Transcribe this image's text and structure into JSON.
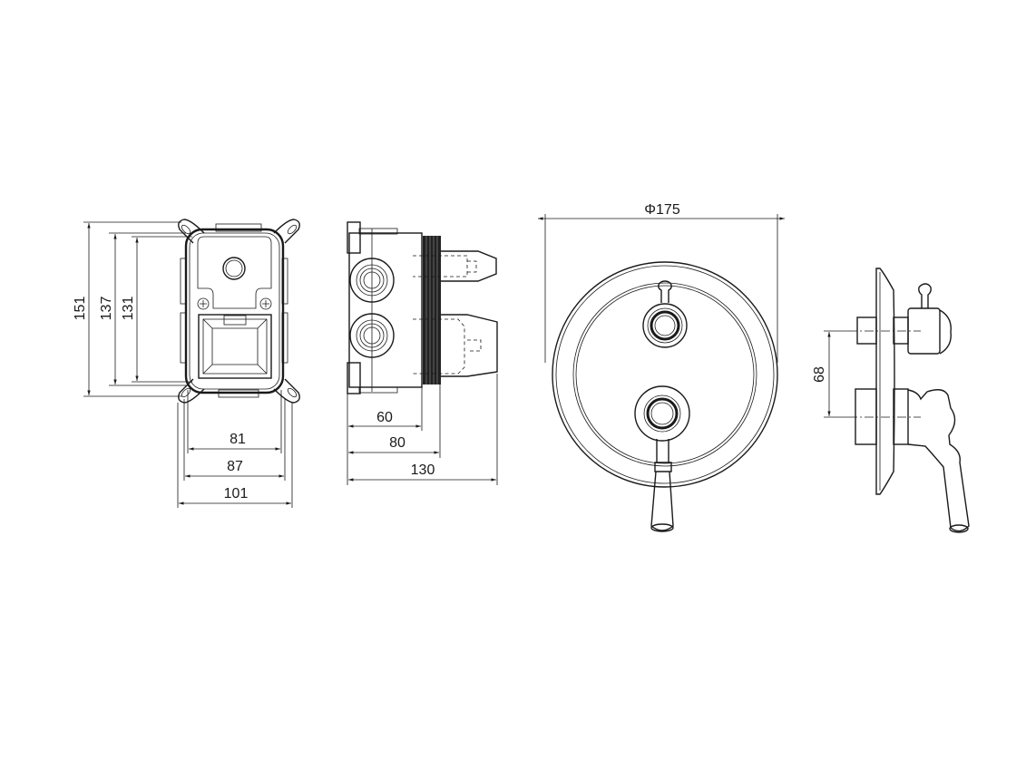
{
  "drawing": {
    "front_view": {
      "height_outer": "151",
      "height_mid": "137",
      "height_inner": "131",
      "width_inner": "81",
      "width_mid": "87",
      "width_outer": "101"
    },
    "side_view": {
      "depth_body": "60",
      "depth_thread": "80",
      "depth_total": "130"
    },
    "trim_plate": {
      "diameter": "Φ175"
    },
    "trim_side": {
      "spacing": "68"
    }
  }
}
